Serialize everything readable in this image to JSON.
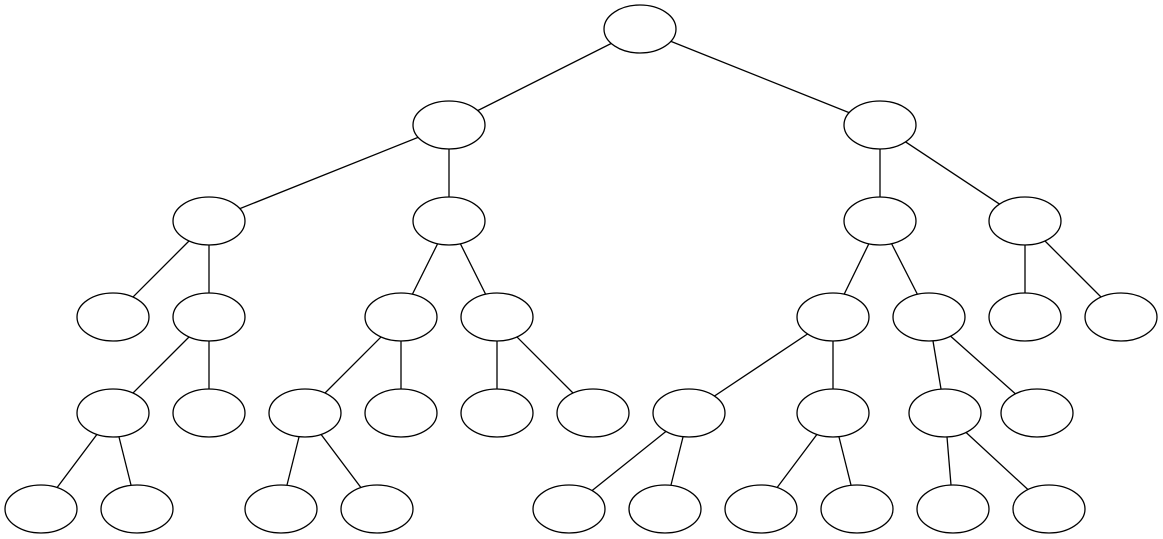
{
  "diagram": {
    "type": "tree",
    "node_shape": "ellipse",
    "node_fill": "#ffffff",
    "stroke_color": "#000000",
    "nodes": [
      "n0",
      "n1",
      "n2",
      "n3",
      "n4",
      "n5",
      "n6",
      "n7",
      "n8",
      "n9",
      "n10",
      "n11",
      "n12",
      "n13",
      "n14",
      "n15",
      "n16",
      "n17",
      "n18",
      "n19",
      "n20",
      "n21",
      "n22",
      "n23",
      "n24",
      "n25",
      "n26",
      "n27",
      "n28",
      "n29",
      "n30",
      "n31",
      "n32",
      "n33",
      "n34"
    ],
    "edges": [
      [
        "n0",
        "n1"
      ],
      [
        "n0",
        "n2"
      ],
      [
        "n1",
        "n3"
      ],
      [
        "n1",
        "n4"
      ],
      [
        "n2",
        "n5"
      ],
      [
        "n2",
        "n6"
      ],
      [
        "n3",
        "n7"
      ],
      [
        "n3",
        "n8"
      ],
      [
        "n4",
        "n9"
      ],
      [
        "n4",
        "n10"
      ],
      [
        "n5",
        "n11"
      ],
      [
        "n5",
        "n12"
      ],
      [
        "n6",
        "n13"
      ],
      [
        "n6",
        "n14"
      ],
      [
        "n8",
        "n15"
      ],
      [
        "n8",
        "n16"
      ],
      [
        "n9",
        "n17"
      ],
      [
        "n9",
        "n18"
      ],
      [
        "n10",
        "n19"
      ],
      [
        "n10",
        "n20"
      ],
      [
        "n11",
        "n21"
      ],
      [
        "n11",
        "n22"
      ],
      [
        "n12",
        "n23"
      ],
      [
        "n12",
        "n24"
      ],
      [
        "n15",
        "n25"
      ],
      [
        "n15",
        "n26"
      ],
      [
        "n17",
        "n27"
      ],
      [
        "n17",
        "n28"
      ],
      [
        "n21",
        "n29"
      ],
      [
        "n21",
        "n30"
      ],
      [
        "n22",
        "n31"
      ],
      [
        "n22",
        "n32"
      ],
      [
        "n23",
        "n33"
      ],
      [
        "n23",
        "n34"
      ]
    ]
  }
}
